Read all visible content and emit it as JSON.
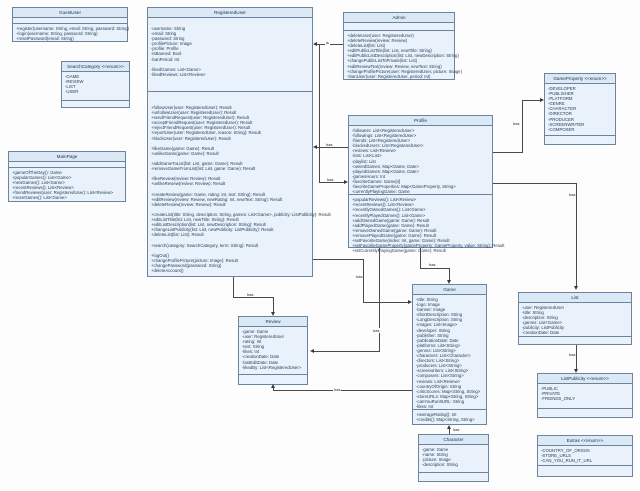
{
  "classes": {
    "guest_user": {
      "title": "GuestUser",
      "attributes": [],
      "methods": [
        "+register(username: String, email: String, password: String)",
        "+login(username: String, password: String)",
        "+resetPassword(email: String)"
      ]
    },
    "search_category": {
      "title": "SearchCategory <<enum>>",
      "values": [
        "-GAME",
        "-REVIEW",
        "-LIST",
        "-USER"
      ]
    },
    "main_page": {
      "title": "MainPage",
      "attributes": [],
      "methods": [
        "+gameOfTheDay(): Game",
        "+popularGames(): List<Game>",
        "+newGames(): List<Game>",
        "+recentReviews(): List<Review>",
        "+friendReviews(user: RegisteredUser): List<Review>",
        "+moreGames(): List<Game>"
      ]
    },
    "registered_user": {
      "title": "RegisteredUser",
      "attributes": [
        "-username: String",
        "-email: String",
        "-password: String",
        "-profilePicture: Image",
        "-profile: Profile",
        "-isBanned: Bool",
        "-banPeriod: Int",
        "",
        "-likedGames: List<Game>",
        "-likedReviews: List<Review>"
      ],
      "methods": [
        "+followUser(user: RegisteredUser): Result",
        "+unfollowUser(user: RegisteredUser): Result",
        "+sendFriendRequest(user: RegisteredUser): Result",
        "+acceptFriendRequest(user: RegisteredUser): Result",
        "+rejectFriendRequest(user: RegisteredUser): Result",
        "+reportUser(user: RegisteredUser, reason: String): Result",
        "+blockUser(user: RegisteredUser): Result",
        "",
        "+likeGame(game: Game): Result",
        "+unlikeGame(game: Game): Result",
        "",
        "+addGameToList(list: List, game: Game): Result",
        "+removeGameFromList(list: List, game: Game): Result",
        "",
        "+likeReview(review: Review): Result",
        "+unlikeReview(review: Review): Result",
        "",
        "+createReview(game: Game, rating: Int, text: String): Result",
        "+editReview(review: Review, newRating: Int, newText: String): Result",
        "+deleteReview(review: Review): Result",
        "",
        "+createList(title: String, description: String, games: List<Game>, publicity: ListPublicity): Result",
        "+editListTitle(list: List, newTitle: String): Result",
        "+editListDescription(list: List, newDescription: String): Result",
        "+changeListPublicity(list: List, newPublicity: ListPublicity): Result",
        "+deleteList(list: List): Result",
        "",
        "+search(category: SearchCategory, term: String): Result",
        "",
        "+logOut()",
        "+changeProfilePicture(picture: Image): Result",
        "+changePassword(password: String)",
        "+deleteAccount()"
      ]
    },
    "admin": {
      "title": "Admin",
      "attributes": [],
      "methods": [
        "+deleteUser(user: RegisteredUser)",
        "+deleteReview(review: Review)",
        "+deleteList(list: List)",
        "+editPublicListTitle(list: List, newTitle: String)",
        "+editPublicListDescription(list: List, newDescription: String)",
        "+changePublicListToPrivate(list: List)",
        "+editReviewText(review: Review, newText: String)",
        "+changeProfilePicture(user: RegisteredUser, picture: Image)",
        "+banUser(user: RegisteredUser, period: Int)"
      ]
    },
    "game_property": {
      "title": "GameProperty <<enum>>",
      "values": [
        "-DEVELOPER",
        "-PUBLISHER",
        "-PLATFORM",
        "-GENRE",
        "-CHARACTER",
        "-DIRECTOR",
        "-PRODUCER",
        "-SCREENWRITER",
        "-COMPOSER"
      ]
    },
    "profile": {
      "title": "Profile",
      "attributes": [
        "-followers: List<RegisteredUser>",
        "-followings: List<RegisteredUser>",
        "-friends: List<RegisteredUser>",
        "-blockedUsers: List<RegisteredUser>",
        "-reviews: List<Review>",
        "-lists: List<List>",
        "-playlist: List",
        "-ownedGames: Map<Game, Date>",
        "-playedGames: Map<Game, Date>",
        "-gamesHours: Int",
        "-favoriteGames: Game[4]",
        "-favoriteGameProperties: Map<GameProperty, String>",
        "-currentlyPlayingGame: Game"
      ],
      "methods": [
        "+popularReviews(): List<Review>",
        "+recentReviews(): List<Review>",
        "+recentlyOwnedGames(): List<Game>",
        "+recentlyPlayedGames(): List<Game>",
        "+addOwnedGame(game: Game): Result",
        "+addPlayedGame(game: Game): Result",
        "+removeOwnedGame(game: Game): Result",
        "+removePlayedGame(game: Game): Result",
        "+setFavoriteGame(index: Int, game: Game): Result",
        "+setFavoriteGameProperty(gameProperty: GameProperty, value: String): Result",
        "+setCurrentlyPlayingGame(game: Game): Result"
      ]
    },
    "review": {
      "title": "Review",
      "attributes": [
        "-game: Game",
        "-user: RegisteredUser",
        "-rating: Int",
        "-text: String",
        "-likes: Int",
        "-creationDate: Date",
        "-lastEditDate: Date",
        "-likedBy: List<RegisteredUser>"
      ]
    },
    "game": {
      "title": "Game",
      "attributes": [
        "-title: String",
        "-logo: Image",
        "-banner: Image",
        "-shortDescription: String",
        "-LongDescription: String",
        "-images: List<Image>",
        "-developer: String",
        "-publisher: String",
        "-publicationDate: Date",
        "-platforms: List<String>",
        "-genres: List<String>",
        "-characters: List<Character>",
        "-directors: List<String>",
        "-producers: List<String>",
        "-screenwriters: List<String>",
        "-composers: List<String>",
        "-reviews: List<Review>",
        "-countryOfOrigin: String",
        "-criticScores: Map<String, String>",
        "-storeURLs: Map<String, String>",
        "-canYouRunItURL: String",
        "-likes: Int"
      ],
      "methods": [
        "+averageRating(): Int",
        "+credits(): Map<String, String>"
      ]
    },
    "list": {
      "title": "List",
      "attributes": [
        "-user: RegisteredUser",
        "-title: String",
        "-description: String",
        "-games: List<Game>",
        "-publicity: ListPublicity",
        "-creationDate: Date"
      ]
    },
    "list_publicity": {
      "title": "ListPublicity <<enum>>",
      "values": [
        "-PUBLIC",
        "-PRIVATE",
        "-FRIENDS_ONLY"
      ]
    },
    "character": {
      "title": "Character",
      "attributes": [
        "-game: Game",
        "-name: String",
        "-picture: Image",
        "-description: String"
      ]
    },
    "extras": {
      "title": "Extras <<enum>>",
      "values": [
        "-COUNTRY_OF_ORIGIN",
        "-STORE_URLS",
        "-CAN_YOU_RUN_IT_URL"
      ]
    }
  },
  "connectors": {
    "admin_is_registereduser": "is",
    "admin_has_profile": "has",
    "registereduser_has_profile": "has",
    "registereduser_has_review": "has",
    "registereduser_has_game": "has",
    "profile_has_game": "has",
    "profile_has_review": "has",
    "game_has_review": "has",
    "profile_has_gameproperty": "has",
    "profile_has_list": "has",
    "list_has_listpublicity": "has",
    "game_has_character": "has"
  }
}
